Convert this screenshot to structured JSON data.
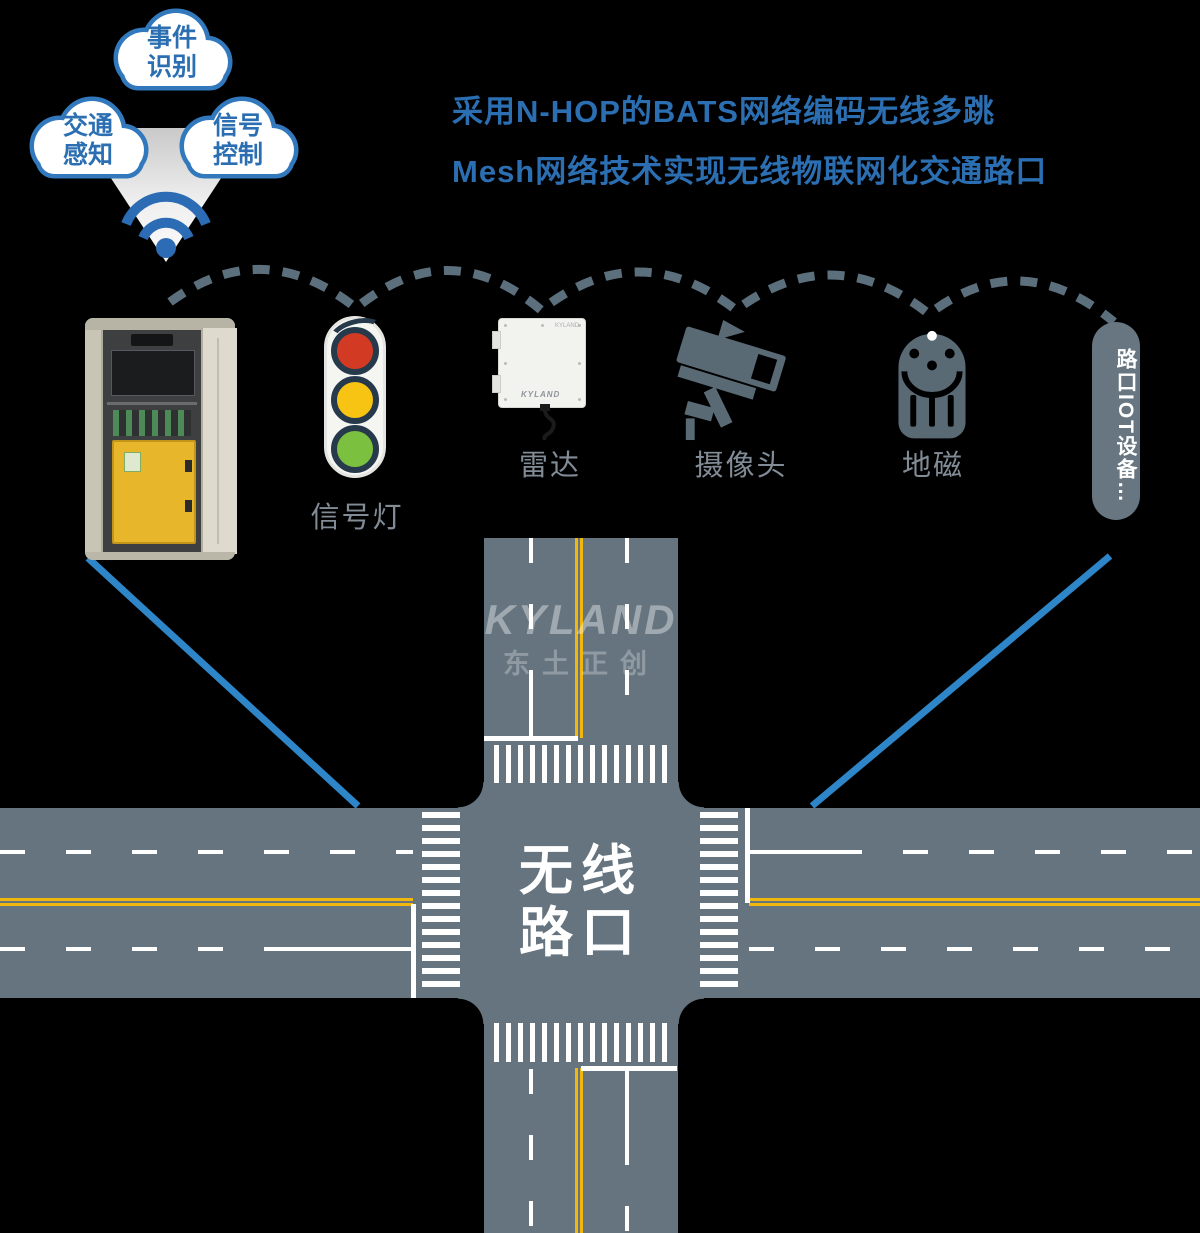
{
  "title": {
    "line1": "采用N-HOP的BATS网络编码无线多跳",
    "line2": "Mesh网络技术实现无线物联网化交通路口"
  },
  "cloud_group": {
    "clouds": [
      {
        "line1": "事件",
        "line2": "识别"
      },
      {
        "line1": "交通",
        "line2": "感知"
      },
      {
        "line1": "信号",
        "line2": "控制"
      }
    ]
  },
  "devices": {
    "traffic_light_label": "信号灯",
    "radar_label": "雷达",
    "radar_brand": "KYLAND",
    "camera_label": "摄像头",
    "geomagnetic_label": "地磁",
    "iot_pill_label": "路口IOT设备…"
  },
  "intersection": {
    "name_line1": "无线",
    "name_line2": "路口",
    "watermark_brand": "KYLAND",
    "watermark_cn": "东土正创"
  },
  "colors": {
    "brand_blue": "#2b6fb2",
    "link_blue": "#2e86c9",
    "slate_icon": "#5a6a75",
    "arc_slate": "#5c6f7c",
    "road": "#65747f",
    "label_gray": "#828c96",
    "lane_yellow": "#f2b70d"
  }
}
